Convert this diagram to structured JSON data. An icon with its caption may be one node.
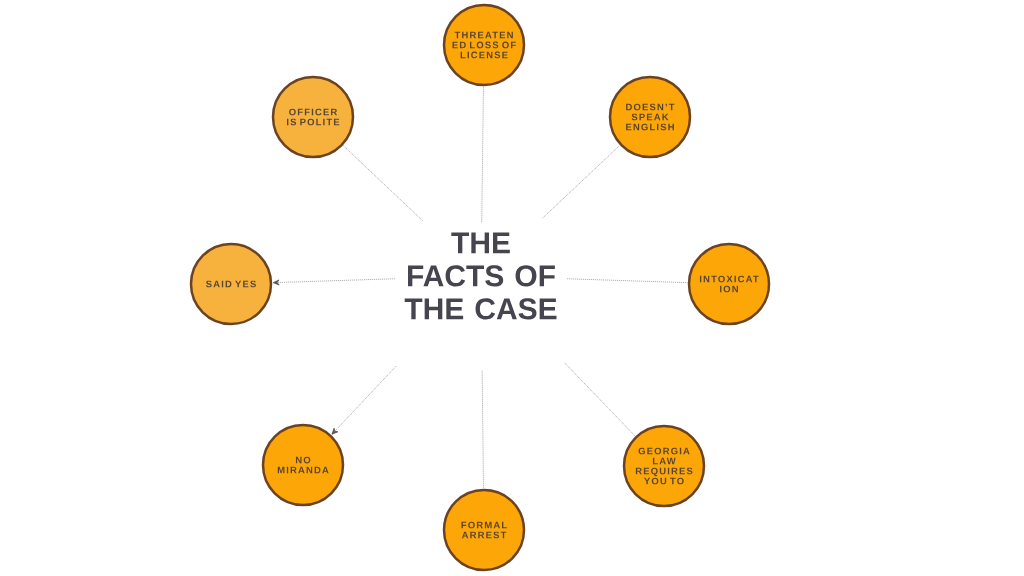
{
  "diagram": {
    "nodes": [
      {
        "text": [
          "THE FACTS OF THE CASE"
        ]
      },
      {
        "text": [
          "THREATEN ED LOSS OF LICENSE"
        ]
      },
      {
        "text": [
          "DOESN’T SPEAK ENGLISH"
        ]
      },
      {
        "text": [
          "INTOXICAT ION"
        ]
      },
      {
        "text": [
          "GEORGIA LAW REQUIRES YOU TO"
        ]
      },
      {
        "text": [
          "FORMAL ARREST"
        ]
      },
      {
        "text": [
          "NO MIRANDA"
        ]
      },
      {
        "text": [
          "SAID YES"
        ]
      },
      {
        "text": [
          "OFFICER IS POLITE"
        ]
      }
    ],
    "edges": [
      {
        "from": 0,
        "to": 1,
        "arrow": "none"
      },
      {
        "from": 0,
        "to": 2,
        "arrow": "none"
      },
      {
        "from": 0,
        "to": 3,
        "arrow": "none"
      },
      {
        "from": 0,
        "to": 4,
        "arrow": "none"
      },
      {
        "from": 0,
        "to": 5,
        "arrow": "none"
      },
      {
        "from": 0,
        "to": 6,
        "arrow": "to"
      },
      {
        "from": 0,
        "to": 7,
        "arrow": "to"
      },
      {
        "from": 0,
        "to": 8,
        "arrow": "none"
      }
    ]
  }
}
